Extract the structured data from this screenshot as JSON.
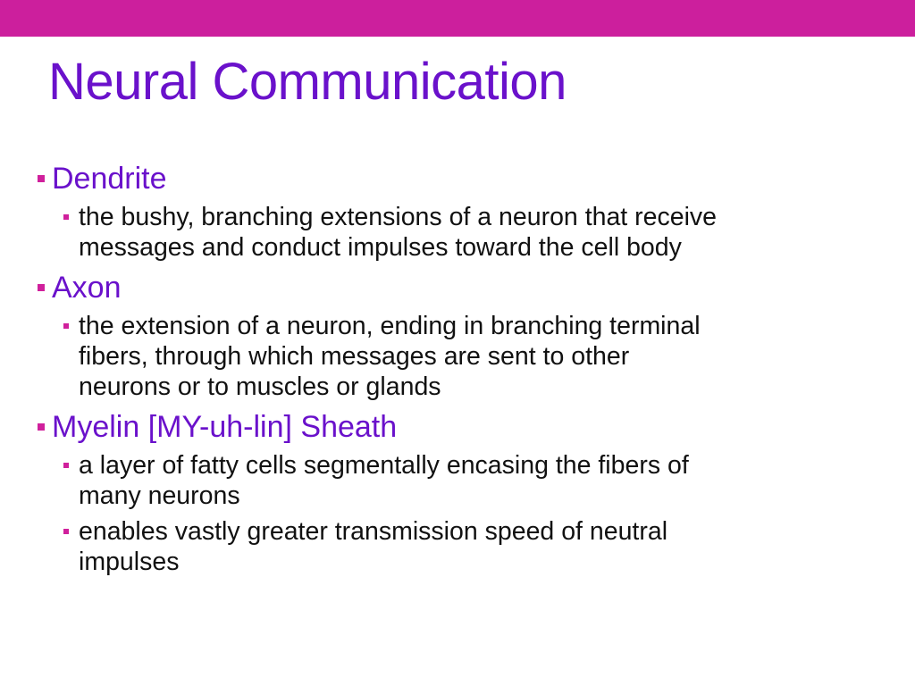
{
  "slide": {
    "title": "Neural Communication",
    "accent_bar_color": "#cc1f9d",
    "title_color": "#6a11cb",
    "bullet_marker_color": "#d0209c",
    "sections": [
      {
        "heading": "Dendrite",
        "points": [
          {
            "lines": [
              "the bushy, branching extensions of a neuron that receive",
              "messages and conduct impulses toward the cell body"
            ]
          }
        ]
      },
      {
        "heading": "Axon",
        "points": [
          {
            "lines": [
              "the extension of a neuron, ending in branching terminal",
              "fibers, through which messages are sent to other",
              "neurons or to muscles or glands"
            ]
          }
        ]
      },
      {
        "heading": "Myelin [MY-uh-lin] Sheath",
        "points": [
          {
            "lines": [
              "a layer of fatty cells segmentally encasing the fibers of",
              "many neurons"
            ]
          },
          {
            "lines": [
              "enables vastly greater transmission speed of neutral",
              "impulses"
            ]
          }
        ]
      }
    ]
  }
}
